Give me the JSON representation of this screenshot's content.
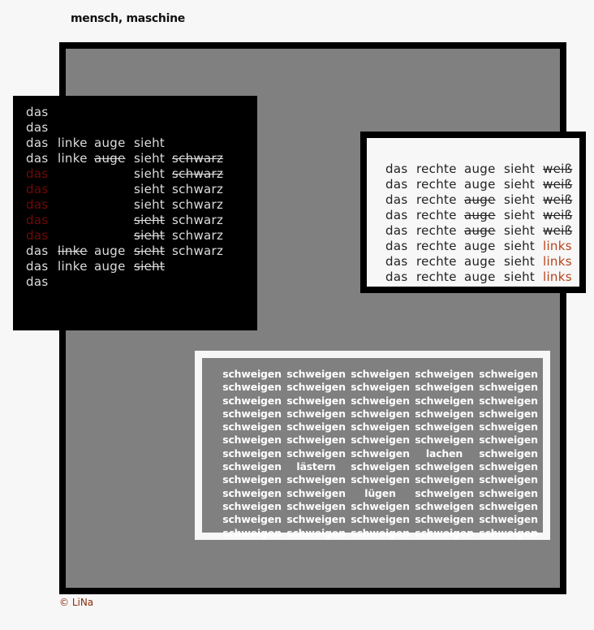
{
  "header": {
    "title": "mensch,  maschine"
  },
  "footer": {
    "copyright": "© LiNa"
  },
  "left_poem": [
    [
      {
        "t": "das"
      }
    ],
    [
      {
        "t": "das"
      }
    ],
    [
      {
        "t": "das"
      },
      {
        "t": "linke"
      },
      {
        "t": "auge"
      },
      {
        "t": "sieht"
      }
    ],
    [
      {
        "t": "das"
      },
      {
        "t": "linke"
      },
      {
        "t": "auge",
        "s": 1
      },
      {
        "t": "sieht"
      },
      {
        "t": "schwarz",
        "s": 1
      }
    ],
    [
      {
        "t": "das",
        "c": "red"
      },
      {
        "t": ""
      },
      {
        "t": ""
      },
      {
        "t": "sieht"
      },
      {
        "t": "schwarz",
        "s": 1
      }
    ],
    [
      {
        "t": "das",
        "c": "red"
      },
      {
        "t": ""
      },
      {
        "t": ""
      },
      {
        "t": "sieht"
      },
      {
        "t": "schwarz"
      }
    ],
    [
      {
        "t": "das",
        "c": "red"
      },
      {
        "t": ""
      },
      {
        "t": ""
      },
      {
        "t": "sieht"
      },
      {
        "t": "schwarz"
      }
    ],
    [
      {
        "t": "das",
        "c": "red"
      },
      {
        "t": ""
      },
      {
        "t": ""
      },
      {
        "t": "sieht",
        "s": 1
      },
      {
        "t": "schwarz"
      }
    ],
    [
      {
        "t": "das",
        "c": "red"
      },
      {
        "t": ""
      },
      {
        "t": ""
      },
      {
        "t": "sieht",
        "s": 1
      },
      {
        "t": "schwarz"
      }
    ],
    [
      {
        "t": "das"
      },
      {
        "t": "linke",
        "s": 1
      },
      {
        "t": "auge"
      },
      {
        "t": "sieht",
        "s": 1
      },
      {
        "t": "schwarz"
      }
    ],
    [
      {
        "t": "das"
      },
      {
        "t": "linke"
      },
      {
        "t": "auge"
      },
      {
        "t": "sieht",
        "s": 1
      }
    ],
    [
      {
        "t": "das"
      }
    ]
  ],
  "right_poem": [
    [
      {
        "t": "das"
      },
      {
        "t": "rechte"
      },
      {
        "t": "auge"
      },
      {
        "t": "sieht"
      },
      {
        "t": "weiß",
        "s": 1
      }
    ],
    [
      {
        "t": "das"
      },
      {
        "t": "rechte"
      },
      {
        "t": "auge"
      },
      {
        "t": "sieht"
      },
      {
        "t": "weiß",
        "s": 1
      }
    ],
    [
      {
        "t": "das"
      },
      {
        "t": "rechte"
      },
      {
        "t": "auge",
        "s": 1
      },
      {
        "t": "sieht"
      },
      {
        "t": "weiß",
        "s": 1
      }
    ],
    [
      {
        "t": "das"
      },
      {
        "t": "rechte"
      },
      {
        "t": "auge",
        "s": 1
      },
      {
        "t": "sieht"
      },
      {
        "t": "weiß",
        "s": 1
      }
    ],
    [
      {
        "t": "das"
      },
      {
        "t": "rechte"
      },
      {
        "t": "auge",
        "s": 1
      },
      {
        "t": "sieht"
      },
      {
        "t": "weiß",
        "s": 1
      }
    ],
    [
      {
        "t": "das"
      },
      {
        "t": "rechte"
      },
      {
        "t": "auge"
      },
      {
        "t": "sieht"
      },
      {
        "t": "links",
        "c": "orange"
      }
    ],
    [
      {
        "t": "das"
      },
      {
        "t": "rechte"
      },
      {
        "t": "auge"
      },
      {
        "t": "sieht"
      },
      {
        "t": "links",
        "c": "orange"
      }
    ],
    [
      {
        "t": "das"
      },
      {
        "t": "rechte"
      },
      {
        "t": "auge"
      },
      {
        "t": "sieht"
      },
      {
        "t": "links",
        "c": "orange"
      }
    ]
  ],
  "gray_poem": [
    [
      "schweigen",
      "schweigen",
      "schweigen",
      "schweigen",
      "schweigen"
    ],
    [
      "schweigen",
      "schweigen",
      "schweigen",
      "schweigen",
      "schweigen"
    ],
    [
      "schweigen",
      "schweigen",
      "schweigen",
      "schweigen",
      "schweigen"
    ],
    [
      "schweigen",
      "schweigen",
      "schweigen",
      "schweigen",
      "schweigen"
    ],
    [
      "schweigen",
      "schweigen",
      "schweigen",
      "schweigen",
      "schweigen"
    ],
    [
      "schweigen",
      "schweigen",
      "schweigen",
      "schweigen",
      "schweigen"
    ],
    [
      "schweigen",
      "schweigen",
      "schweigen",
      "lachen",
      "schweigen"
    ],
    [
      "schweigen",
      "lästern",
      "schweigen",
      "schweigen",
      "schweigen"
    ],
    [
      "schweigen",
      "schweigen",
      "schweigen",
      "schweigen",
      "schweigen"
    ],
    [
      "schweigen",
      "schweigen",
      "lügen",
      "schweigen",
      "schweigen"
    ],
    [
      "schweigen",
      "schweigen",
      "schweigen",
      "schweigen",
      "schweigen"
    ],
    [
      "schweigen",
      "schweigen",
      "schweigen",
      "schweigen",
      "schweigen"
    ],
    [
      "schweigen",
      "schweigen",
      "schweigen",
      "schweigen",
      "schweigen"
    ]
  ]
}
